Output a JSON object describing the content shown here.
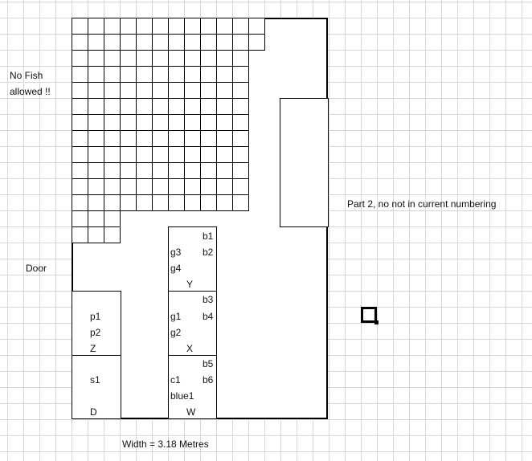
{
  "labels": {
    "no_fish_line1": "No Fish",
    "no_fish_line2": "allowed !!",
    "door": "Door",
    "part2": "Part 2, no not in current numbering",
    "width": "Width = 3.18 Metres"
  },
  "column_a": {
    "p1": "p1",
    "p2": "p2",
    "z": "Z",
    "s1": "s1",
    "d": "D"
  },
  "column_b": {
    "b1": "b1",
    "b2": "b2",
    "g3": "g3",
    "g4": "g4",
    "y": "Y",
    "b3": "b3",
    "b4": "b4",
    "g1": "g1",
    "g2": "g2",
    "x": "X",
    "b5": "b5",
    "b6": "b6",
    "c1": "c1",
    "blue1": "blue1",
    "w": "W"
  }
}
